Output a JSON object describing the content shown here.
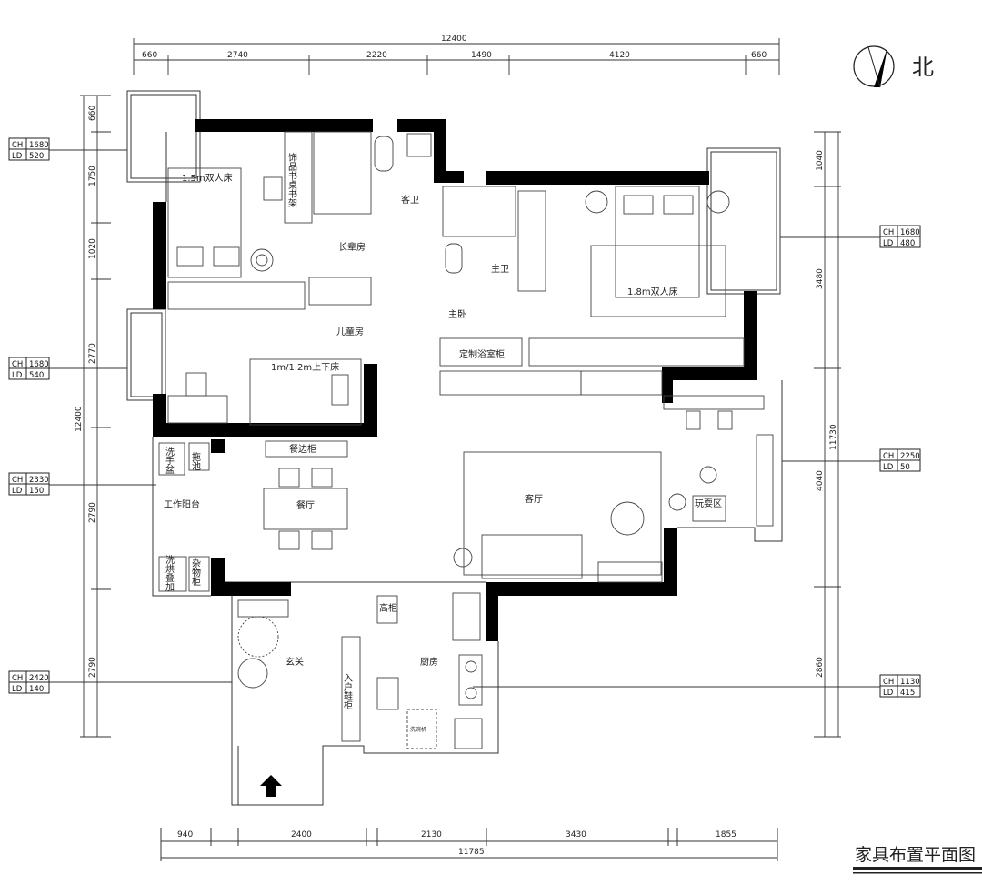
{
  "drawing": {
    "title": "家具布置平面图",
    "north_label": "北",
    "line_color": "#000000",
    "background": "#ffffff"
  },
  "dimensions": {
    "top_total": "12400",
    "top": [
      "660",
      "2740",
      "2220",
      "1490",
      "4120",
      "660"
    ],
    "left_total": "12400",
    "left": [
      "660",
      "1750",
      "1020",
      "2770",
      "2790",
      "2790"
    ],
    "right_total": "11730",
    "right": [
      "1040",
      "3480",
      "4040",
      "2860"
    ],
    "bottom_total": "11785",
    "bottom": [
      "940",
      "2400",
      "2130",
      "3430",
      "1855"
    ]
  },
  "window_tags": [
    {
      "ch_label": "CH",
      "ch": "1680",
      "ld_label": "LD",
      "ld": "520"
    },
    {
      "ch_label": "CH",
      "ch": "1680",
      "ld_label": "LD",
      "ld": "540"
    },
    {
      "ch_label": "CH",
      "ch": "2330",
      "ld_label": "LD",
      "ld": "150"
    },
    {
      "ch_label": "CH",
      "ch": "2420",
      "ld_label": "LD",
      "ld": "140"
    },
    {
      "ch_label": "CH",
      "ch": "1680",
      "ld_label": "LD",
      "ld": "480"
    },
    {
      "ch_label": "CH",
      "ch": "2250",
      "ld_label": "LD",
      "ld": "50"
    },
    {
      "ch_label": "CH",
      "ch": "1130",
      "ld_label": "LD",
      "ld": "415"
    }
  ],
  "rooms": {
    "bed_15": "1.5m双人床",
    "desk_shelf": "饰品书桌书架",
    "guest_bath": "客卫",
    "elder_room": "长辈房",
    "master_bath": "主卫",
    "master_bed_room": "主卧",
    "bed_18": "1.8m双人床",
    "vanity": "定制浴室柜",
    "kids_room": "儿童房",
    "bunk_bed": "1m/1.2m上下床",
    "wash_basin": "洗手盆",
    "mop_sink": "拖池",
    "sideboard": "餐边柜",
    "dining": "餐厅",
    "work_balcony": "工作阳台",
    "washer_dryer": "洗烘叠加",
    "storage": "杂物柜",
    "living": "客厅",
    "play_area": "玩耍区",
    "tall_cabinet": "高柜",
    "entrance": "玄关",
    "shoe_cabinet": "入户鞋柜",
    "kitchen": "厨房",
    "dishwasher": "洗碗机"
  }
}
